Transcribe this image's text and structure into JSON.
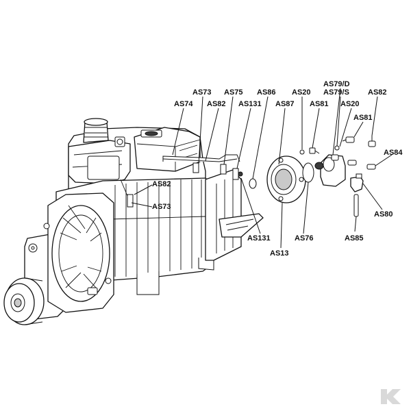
{
  "labels": [
    {
      "id": "AS73_top",
      "text": "AS73"
    },
    {
      "id": "AS75",
      "text": "AS75"
    },
    {
      "id": "AS86",
      "text": "AS86"
    },
    {
      "id": "AS20_top",
      "text": "AS20"
    },
    {
      "id": "AS79D",
      "text": "AS79/D"
    },
    {
      "id": "AS79S",
      "text": "AS79/S"
    },
    {
      "id": "AS82_right",
      "text": "AS82"
    },
    {
      "id": "AS74",
      "text": "AS74"
    },
    {
      "id": "AS82_mid",
      "text": "AS82"
    },
    {
      "id": "AS131_top",
      "text": "AS131"
    },
    {
      "id": "AS87",
      "text": "AS87"
    },
    {
      "id": "AS81_top",
      "text": "AS81"
    },
    {
      "id": "AS20_right",
      "text": "AS20"
    },
    {
      "id": "AS81_right",
      "text": "AS81"
    },
    {
      "id": "AS84",
      "text": "AS84"
    },
    {
      "id": "AS82_left",
      "text": "AS82"
    },
    {
      "id": "AS73_left",
      "text": "AS73"
    },
    {
      "id": "AS80",
      "text": "AS80"
    },
    {
      "id": "AS131_bottom",
      "text": "AS131"
    },
    {
      "id": "AS76",
      "text": "AS76"
    },
    {
      "id": "AS85",
      "text": "AS85"
    },
    {
      "id": "AS13",
      "text": "AS13"
    }
  ],
  "watermark": {
    "icon": "brand-logo-icon",
    "color": "#d9d9d9"
  }
}
